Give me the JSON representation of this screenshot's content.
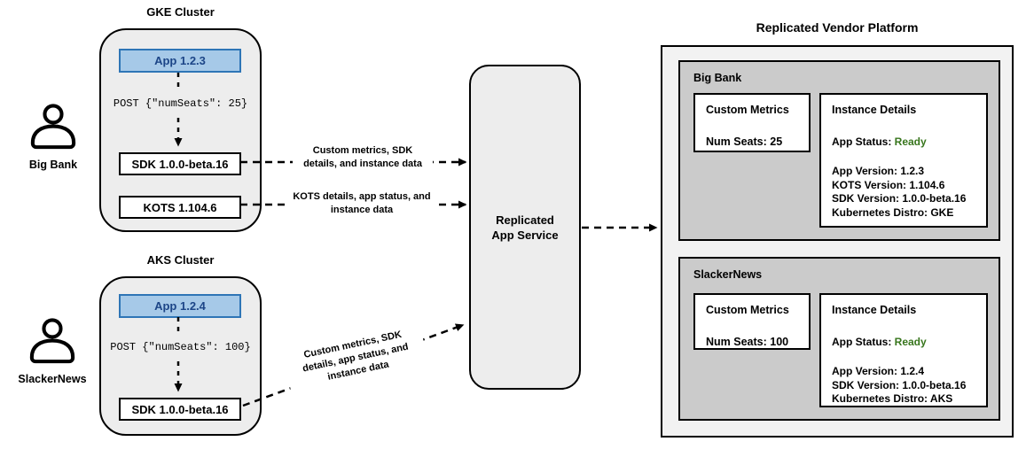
{
  "colors": {
    "app_box_fill": "#a6c9e8",
    "app_box_border": "#2e75b6",
    "app_box_text": "#1c4587",
    "status_ready_green": "#38761d",
    "cluster_fill": "#ededed",
    "section_fill": "#cbcbcb",
    "platform_fill": "#f2f2f2"
  },
  "actors": [
    {
      "name": "Big Bank",
      "icon": "person-icon"
    },
    {
      "name": "SlackerNews",
      "icon": "person-icon"
    }
  ],
  "clusters": [
    {
      "title": "GKE Cluster",
      "app": "App 1.2.3",
      "post": "POST {\"numSeats\": 25}",
      "sdk": "SDK 1.0.0-beta.16",
      "kots": "KOTS 1.104.6"
    },
    {
      "title": "AKS Cluster",
      "app": "App 1.2.4",
      "post": "POST {\"numSeats\": 100}",
      "sdk": "SDK 1.0.0-beta.16"
    }
  ],
  "service": {
    "label_line1": "Replicated",
    "label_line2": "App Service"
  },
  "arrow_labels": {
    "sdk_to_service": {
      "lines": [
        "Custom metrics, SDK",
        "details, and instance data"
      ]
    },
    "kots_to_service": {
      "lines": [
        "KOTS details, app status, and",
        "instance data"
      ]
    },
    "aks_sdk_to_service": {
      "lines": [
        "Custom metrics, SDK",
        "details, app status, and",
        "instance data"
      ]
    }
  },
  "platform": {
    "title": "Replicated Vendor Platform",
    "sections": [
      {
        "name": "Big Bank",
        "custom_metrics": {
          "title": "Custom Metrics",
          "metric": "Num Seats: 25"
        },
        "instance_details": {
          "title": "Instance Details",
          "status_label": "App Status: ",
          "status_value": "Ready",
          "lines": [
            "App Version: 1.2.3",
            "KOTS Version: 1.104.6",
            "SDK Version: 1.0.0-beta.16",
            "Kubernetes Distro: GKE"
          ]
        }
      },
      {
        "name": "SlackerNews",
        "custom_metrics": {
          "title": "Custom Metrics",
          "metric": "Num Seats: 100"
        },
        "instance_details": {
          "title": "Instance Details",
          "status_label": "App Status: ",
          "status_value": "Ready",
          "lines": [
            "App Version: 1.2.4",
            "SDK Version: 1.0.0-beta.16",
            "Kubernetes Distro: AKS"
          ]
        }
      }
    ]
  }
}
